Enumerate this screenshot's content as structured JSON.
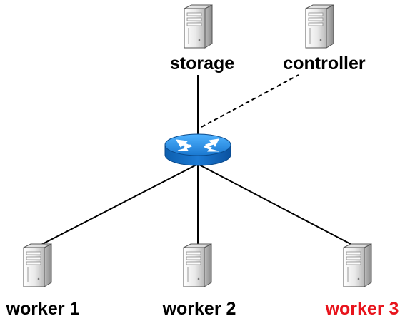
{
  "diagram": {
    "nodes": {
      "storage": {
        "label": "storage",
        "color": "#000000",
        "icon": "server-icon"
      },
      "controller": {
        "label": "controller",
        "color": "#000000",
        "icon": "server-icon"
      },
      "router": {
        "icon": "router-icon",
        "color": "#1f7fd6"
      },
      "worker1": {
        "label": "worker 1",
        "color": "#000000",
        "icon": "server-icon"
      },
      "worker2": {
        "label": "worker 2",
        "color": "#000000",
        "icon": "server-icon"
      },
      "worker3": {
        "label": "worker 3",
        "color": "#e8141c",
        "icon": "server-icon"
      }
    },
    "links": [
      {
        "from": "router",
        "to": "storage",
        "style": "solid"
      },
      {
        "from": "router",
        "to": "controller",
        "style": "dashed"
      },
      {
        "from": "router",
        "to": "worker1",
        "style": "solid"
      },
      {
        "from": "router",
        "to": "worker2",
        "style": "solid"
      },
      {
        "from": "router",
        "to": "worker3",
        "style": "solid"
      }
    ]
  }
}
